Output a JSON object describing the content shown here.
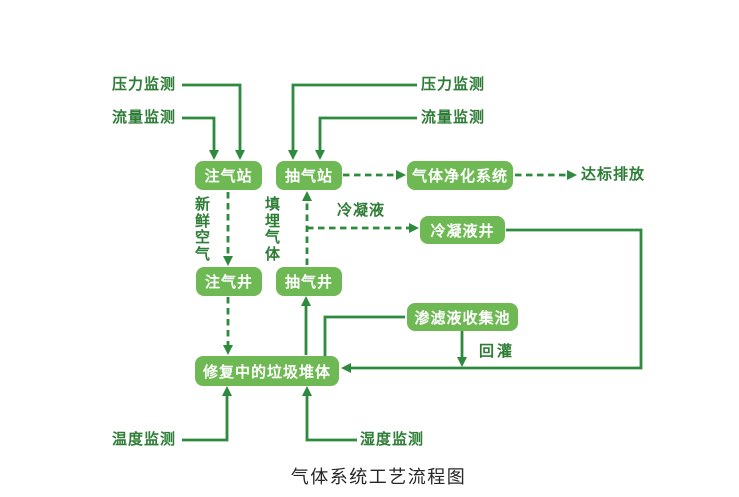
{
  "title": "气体系统工艺流程图",
  "colors": {
    "box_fill": "#6fb955",
    "line": "#2e8a3c",
    "label": "#2e7d36",
    "title": "#262626",
    "background": "#ffffff"
  },
  "nodes": {
    "injection_station": "注气站",
    "extraction_station": "抽气站",
    "purification_system": "气体净化系统",
    "condensate_well": "冷凝液井",
    "injection_well": "注气井",
    "extraction_well": "抽气井",
    "leachate_pool": "渗滤液收集池",
    "waste_pile": "修复中的垃圾堆体"
  },
  "labels": {
    "pressure_left": "压力监测",
    "flow_left": "流量监测",
    "pressure_right": "压力监测",
    "flow_right": "流量监测",
    "discharge": "达标排放",
    "fresh_air": "新鲜空气",
    "landfill_gas": "填埋气体",
    "condensate": "冷凝液",
    "reinjection": "回灌",
    "temperature": "温度监测",
    "humidity": "湿度监测"
  }
}
